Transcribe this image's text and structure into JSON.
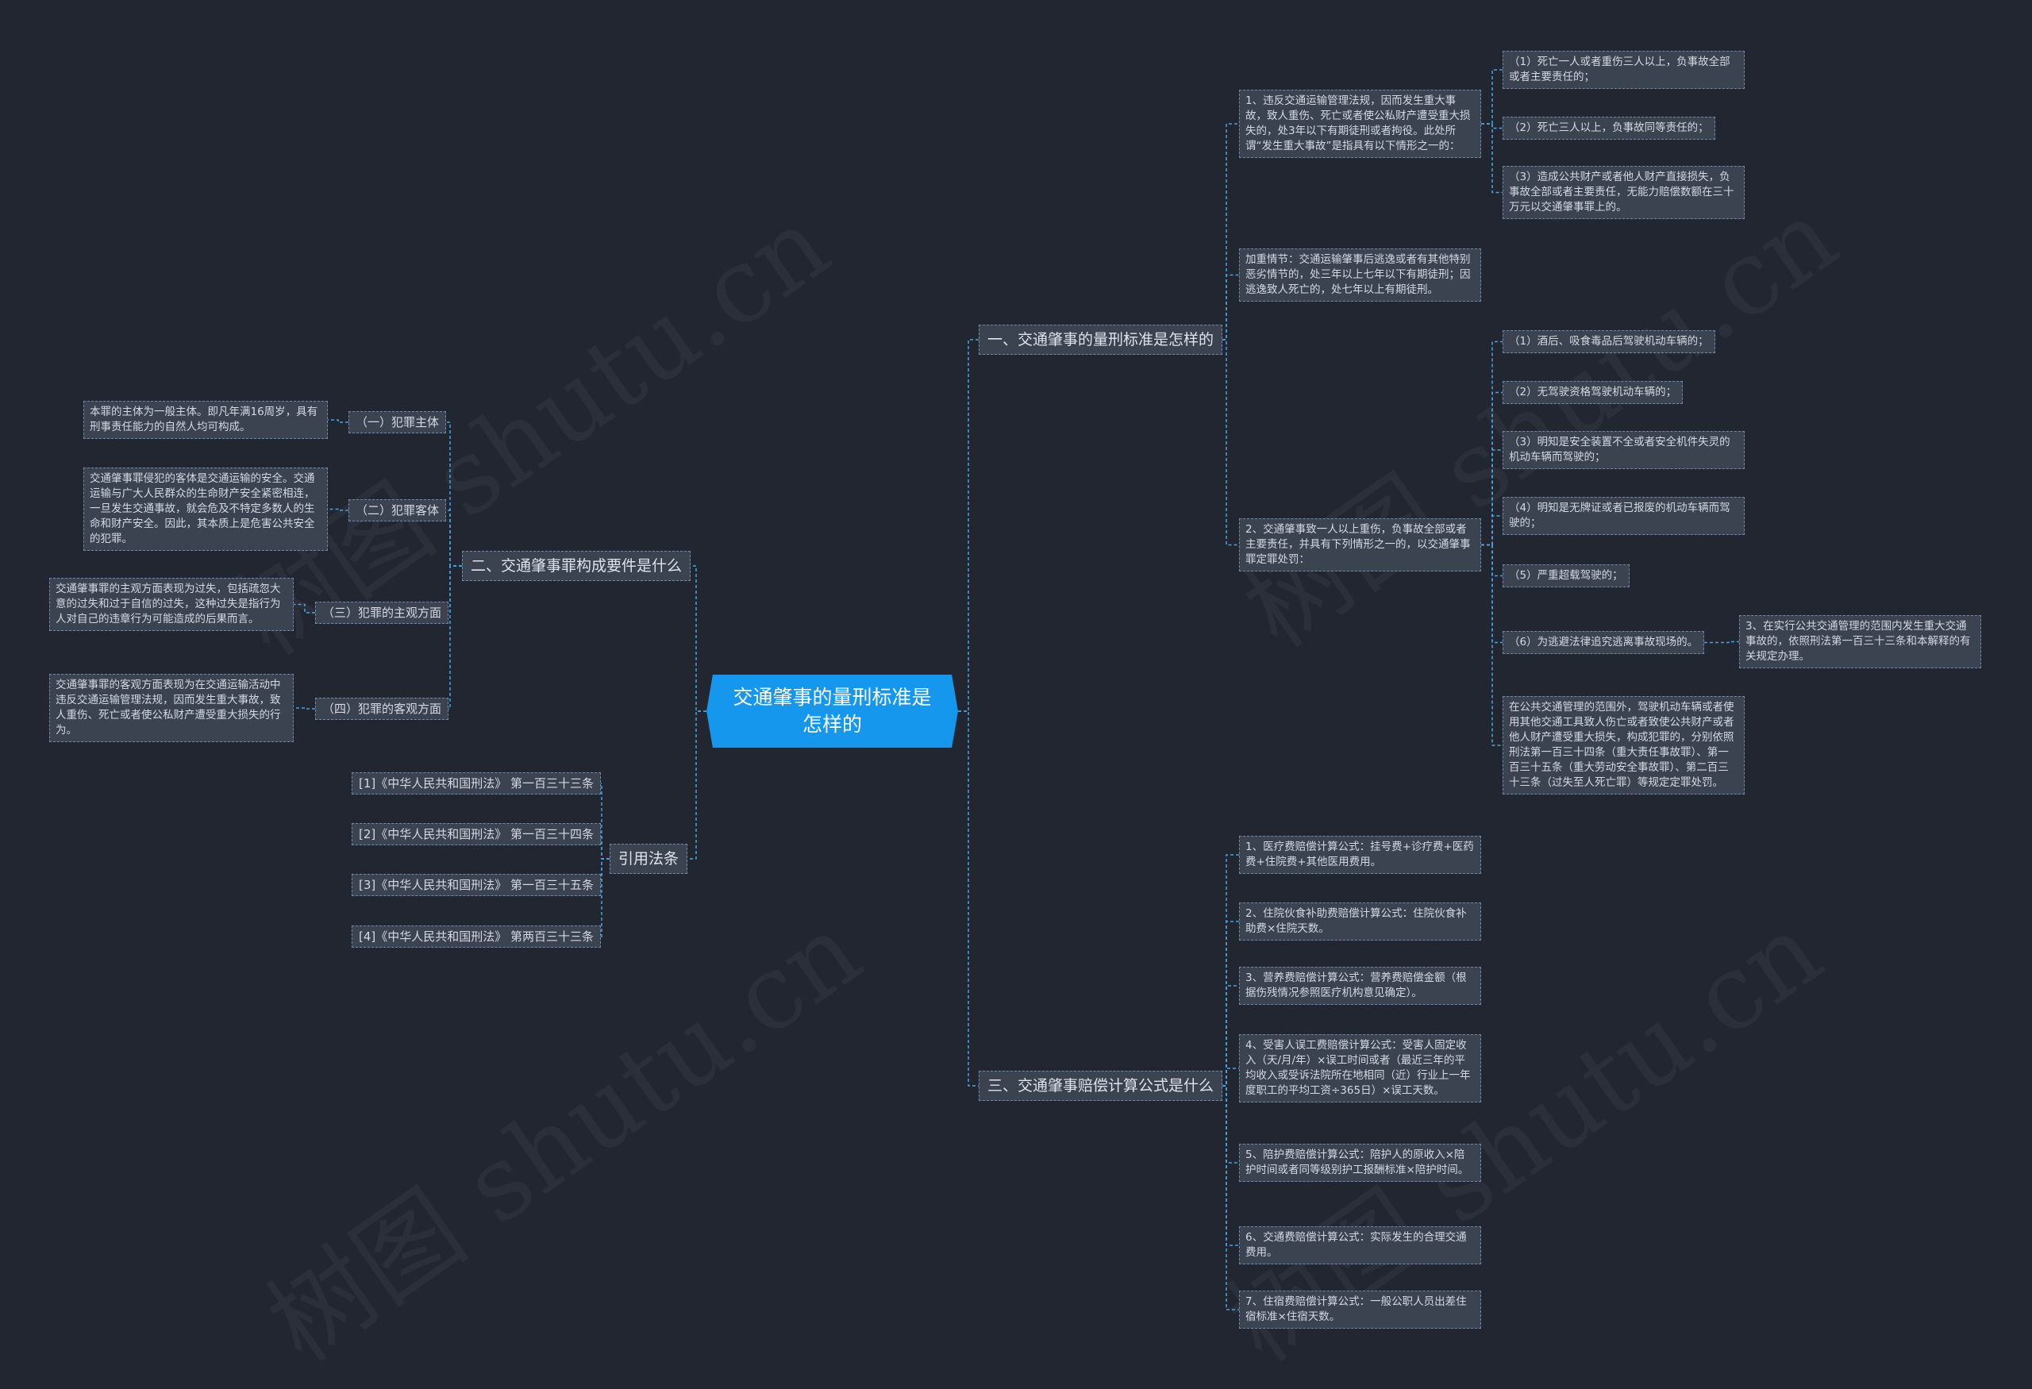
{
  "watermark": "树图 shutu.cn",
  "root": "交通肇事的量刑标准是怎样的",
  "branches": {
    "b1": "一、交通肇事的量刑标准是怎样的",
    "b2": "二、交通肇事罪构成要件是什么",
    "b3": "三、交通肇事赔偿计算公式是什么",
    "b4": "引用法条"
  },
  "b1_children": {
    "c1": "1、违反交通运输管理法规，因而发生重大事故，致人重伤、死亡或者使公私财产遭受重大损失的，处3年以下有期徒刑或者拘役。此处所谓“发生重大事故”是指具有以下情形之一的：",
    "c1_items": [
      "（1）死亡一人或者重伤三人以上，负事故全部或者主要责任的；",
      "（2）死亡三人以上，负事故同等责任的；",
      "（3）造成公共财产或者他人财产直接损失，负事故全部或者主要责任，无能力赔偿数额在三十万元以交通肇事罪上的。"
    ],
    "c2": "加重情节：交通运输肇事后逃逸或者有其他特别恶劣情节的，处三年以上七年以下有期徒刑；因逃逸致人死亡的，处七年以上有期徒刑。",
    "c3": "2、交通肇事致一人以上重伤，负事故全部或者主要责任，并具有下列情形之一的，以交通肇事罪定罪处罚：",
    "c3_items": [
      "（1）酒后、吸食毒品后驾驶机动车辆的；",
      "（2）无驾驶资格驾驶机动车辆的；",
      "（3）明知是安全装置不全或者安全机件失灵的机动车辆而驾驶的；",
      "（4）明知是无牌证或者已报废的机动车辆而驾驶的；",
      "（5）严重超载驾驶的；",
      "（6）为逃避法律追究逃离事故现场的。",
      "在公共交通管理的范围外，驾驶机动车辆或者使用其他交通工具致人伤亡或者致使公共财产或者他人财产遭受重大损失，构成犯罪的，分别依照刑法第一百三十四条（重大责任事故罪）、第一百三十五条（重大劳动安全事故罪）、第二百三十三条（过失至人死亡罪）等规定定罪处罚。"
    ],
    "c3_item6_detail": "3、在实行公共交通管理的范围内发生重大交通事故的，依照刑法第一百三十三条和本解释的有关规定办理。"
  },
  "b2_children": {
    "labels": [
      "（一）犯罪主体",
      "（二）犯罪客体",
      "（三）犯罪的主观方面",
      "（四）犯罪的客观方面"
    ],
    "texts": [
      "本罪的主体为一般主体。即凡年满16周岁，具有刑事责任能力的自然人均可构成。",
      "交通肇事罪侵犯的客体是交通运输的安全。交通运输与广大人民群众的生命财产安全紧密相连，一旦发生交通事故，就会危及不特定多数人的生命和财产安全。因此，其本质上是危害公共安全的犯罪。",
      "交通肇事罪的主观方面表现为过失，包括疏忽大意的过失和过于自信的过失，这种过失是指行为人对自己的违章行为可能造成的后果而言。",
      "交通肇事罪的客观方面表现为在交通运输活动中违反交通运输管理法规，因而发生重大事故，致人重伤、死亡或者使公私财产遭受重大损失的行为。"
    ]
  },
  "b3_children": [
    "1、医疗费赔偿计算公式：挂号费+诊疗费+医药费+住院费+其他医用费用。",
    "2、住院伙食补助费赔偿计算公式：住院伙食补助费×住院天数。",
    "3、营养费赔偿计算公式：营养费赔偿金额（根据伤残情况参照医疗机构意见确定）。",
    "4、受害人误工费赔偿计算公式：受害人固定收入（天/月/年）×误工时间或者（最近三年的平均收入或受诉法院所在地相同（近）行业上一年度职工的平均工资÷365日）×误工天数。",
    "5、陪护费赔偿计算公式：陪护人的原收入×陪护时间或者同等级别护工报酬标准×陪护时间。",
    "6、交通费赔偿计算公式：实际发生的合理交通费用。",
    "7、住宿费赔偿计算公式：一般公职人员出差住宿标准×住宿天数。"
  ],
  "b4_children": [
    "[1]《中华人民共和国刑法》 第一百三十三条",
    "[2]《中华人民共和国刑法》 第一百三十四条",
    "[3]《中华人民共和国刑法》 第一百三十五条",
    "[4]《中华人民共和国刑法》 第两百三十三条"
  ],
  "colors": {
    "background": "#222630",
    "root": "#1597ee",
    "node": "#3b4250",
    "edge": "#4aa3df",
    "text": "#d4d9e2"
  }
}
